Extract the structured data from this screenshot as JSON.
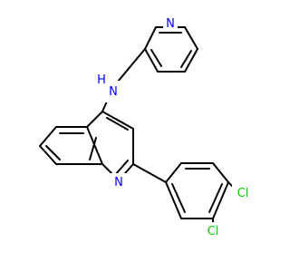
{
  "molecule": {
    "atoms": {
      "N_pyridine": "N",
      "N_amine": "N",
      "H_amine": "H",
      "N_quinoline": "N",
      "Cl_1": "Cl",
      "Cl_2": "Cl"
    },
    "colors": {
      "nitrogen": "#0000ff",
      "chlorine": "#00cc00",
      "bond": "#000000",
      "background": "#ffffff"
    }
  }
}
